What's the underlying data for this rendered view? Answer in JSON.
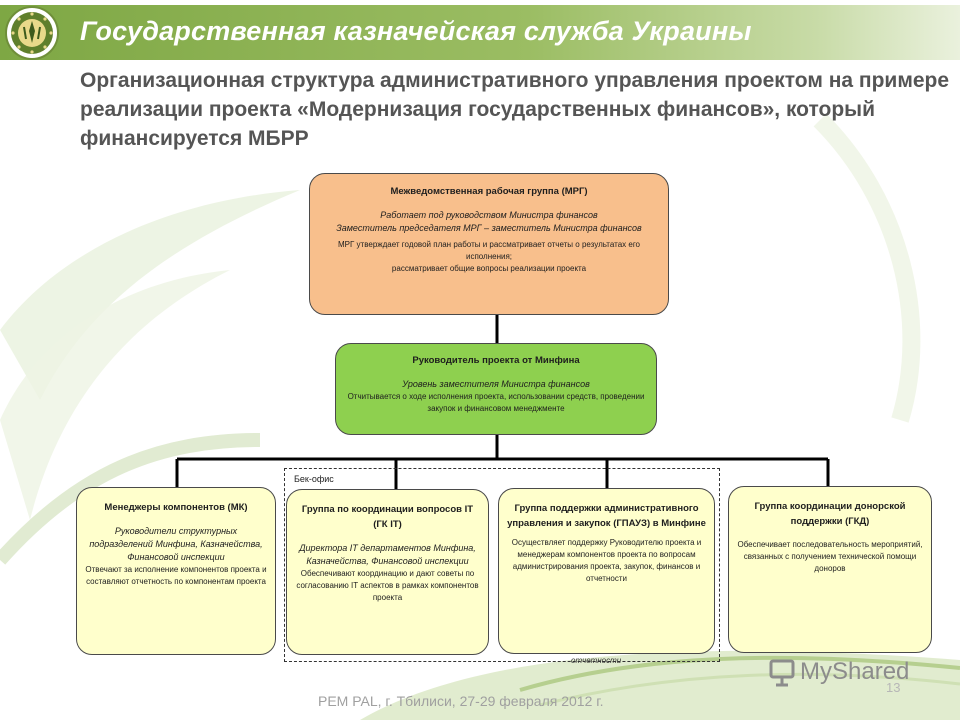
{
  "header": {
    "title": "Государственная казначейская служба Украины",
    "emblem_icon": "treasury-emblem-icon"
  },
  "slide": {
    "title": "Организационная структура административного управления проектом на примере реализации проекта «Модернизация государственных финансов», который финансируется МБРР"
  },
  "diagram": {
    "mrg": {
      "title": "Межведомственная рабочая группа (МРГ)",
      "line1": "Работает под руководством Министра финансов",
      "line2": "Заместитель председателя МРГ – заместитель Министра финансов",
      "line3": "МРГ утверждает годовой план работы и рассматривает отчеты о результатах его исполнения;",
      "line4": "рассматривает общие вопросы реализации проекта"
    },
    "pm": {
      "title": "Руководитель проекта от Минфина",
      "line1": "Уровень заместителя Министра финансов",
      "line2": "Отчитывается о ходе исполнения проекта, использовании средств, проведении закупок и финансовом менеджменте"
    },
    "backoffice_label": "Бек-офис",
    "mk": {
      "title": "Менеджеры компонентов (МК)",
      "line1": "Руководители структурных подразделений Минфина, Казначейства, Финансовой инспекции",
      "line2": "Отвечают за исполнение компонентов проекта и составляют отчетность по компонентам проекта"
    },
    "it": {
      "title": "Группа по координации вопросов IT (ГК IT)",
      "line1": "Директора IT департаментов Минфина, Казначейства, Финансовой инспекции",
      "line2": "Обеспечивают координацию и дают советы по согласованию IT аспектов в рамках компонентов проекта"
    },
    "gpauz": {
      "title": "Группа поддержки административного управления и закупок (ГПАУЗ) в Минфине",
      "line1": "Осуществляет поддержку Руководителю проекта и менеджерам компонентов проекта по вопросам администрирования проекта, закупок, финансов и отчетности",
      "stray": "отчетности"
    },
    "gkd": {
      "title": "Группа координации донорской поддержки (ГКД)",
      "line1": "Обеспечивает последовательность мероприятий, связанных с получением технической помощи доноров"
    }
  },
  "footer": {
    "text": "PEM PAL, г. Тбилиси, 27-29 февраля 2012 г.",
    "slide_number": "13"
  },
  "watermark": {
    "text": "MyShared",
    "icon": "presentation-board-icon"
  },
  "colors": {
    "header_green": "#7ea744",
    "mrg_fill": "#f8bf8c",
    "pm_fill": "#8ed04f",
    "lower_fill": "#ffffcc",
    "title_gray": "#555555"
  }
}
